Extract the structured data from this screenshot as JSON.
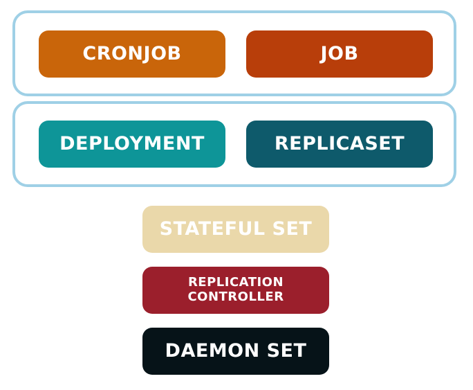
{
  "groups": [
    {
      "items": [
        {
          "label": "CRONJOB",
          "color": "#c9650a"
        },
        {
          "label": "JOB",
          "color": "#b83e0a"
        }
      ],
      "border_color": "#9fd0e6"
    },
    {
      "items": [
        {
          "label": "DEPLOYMENT",
          "color": "#0e9598"
        },
        {
          "label": "REPLICASET",
          "color": "#0e5a6b"
        }
      ],
      "border_color": "#9fd0e6"
    }
  ],
  "standalone": [
    {
      "label": "STATEFUL SET",
      "color": "#ead8aa"
    },
    {
      "label": "REPLICATION CONTROLLER",
      "color": "#9b1f2c"
    },
    {
      "label": "DAEMON SET",
      "color": "#061318"
    }
  ]
}
